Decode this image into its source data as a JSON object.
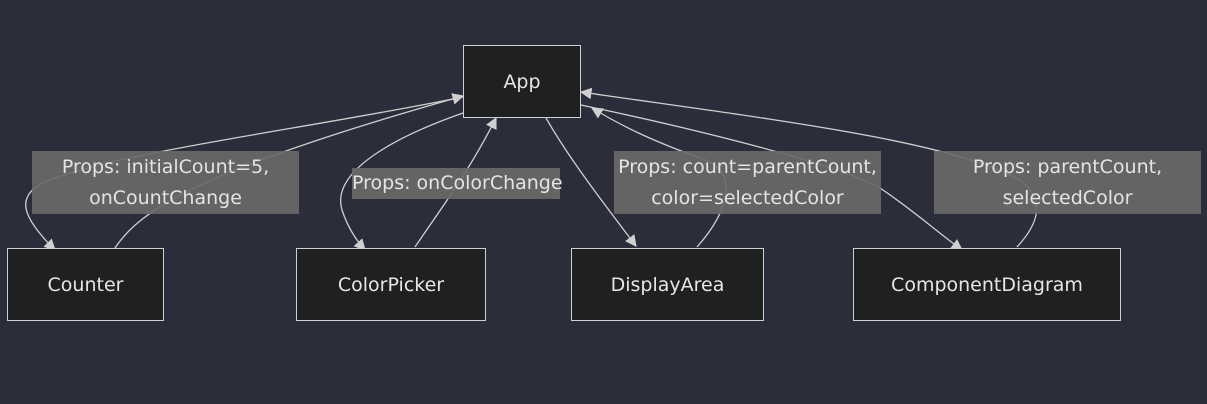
{
  "diagram": {
    "colors": {
      "background": "#2b2d3a",
      "node_fill": "#1f2020",
      "node_border": "#cfd0d4",
      "edge": "#d0d0d0",
      "label_fill": "#696969",
      "text": "#e6e6e6"
    },
    "nodes": {
      "app": "App",
      "counter": "Counter",
      "color_picker": "ColorPicker",
      "display_area": "DisplayArea",
      "component_diagram": "ComponentDiagram"
    },
    "edge_labels": {
      "counter_props": [
        "Props: initialCount=5,",
        "onCountChange"
      ],
      "color_picker_props": [
        "Props: onColorChange"
      ],
      "display_area_props": [
        "Props: count=parentCount,",
        "color=selectedColor"
      ],
      "component_diagram_props": [
        "Props: parentCount,",
        "selectedColor"
      ]
    },
    "edges": [
      {
        "from": "app",
        "to": "counter",
        "label": "counter_props"
      },
      {
        "from": "counter",
        "to": "app"
      },
      {
        "from": "app",
        "to": "color_picker",
        "label": "color_picker_props"
      },
      {
        "from": "color_picker",
        "to": "app"
      },
      {
        "from": "app",
        "to": "display_area",
        "label": "display_area_props"
      },
      {
        "from": "display_area",
        "to": "app"
      },
      {
        "from": "app",
        "to": "component_diagram",
        "label": "component_diagram_props"
      },
      {
        "from": "component_diagram",
        "to": "app"
      }
    ]
  }
}
